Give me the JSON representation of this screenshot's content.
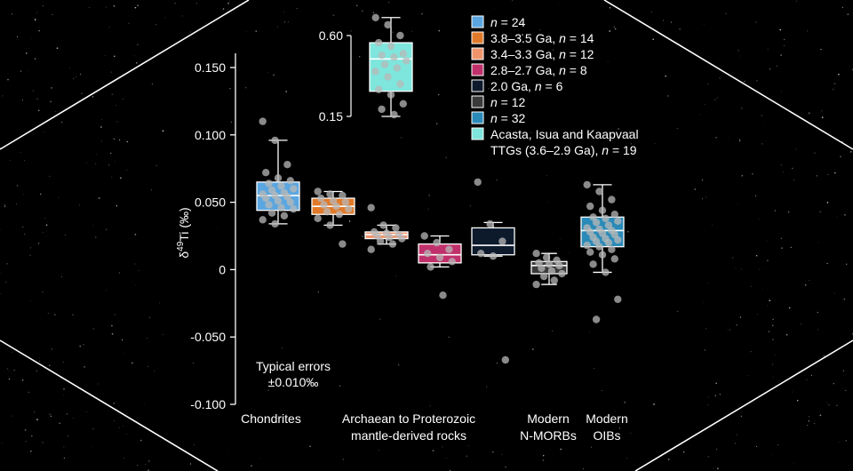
{
  "chart_data": {
    "type": "box",
    "ylabel": "δ49Ti (‰)",
    "ylim": [
      -0.1,
      0.16
    ],
    "yticks": [
      0.15,
      0.1,
      0.05,
      0,
      -0.05,
      -0.1
    ],
    "ytick_labels": [
      "0.150",
      "0.100",
      "0.050",
      "0",
      "-0.050",
      "-0.100"
    ],
    "x_groups": [
      {
        "label_lines": [
          "Chondrites"
        ]
      },
      {
        "label_lines": [
          "Archaean to Proterozoic",
          "mantle-derived rocks"
        ]
      },
      {
        "label_lines": [
          "Modern",
          "N-MORBs"
        ]
      },
      {
        "label_lines": [
          "Modern",
          "OIBs"
        ]
      }
    ],
    "inset": {
      "yticks": [
        0.6,
        0.15
      ],
      "ytick_labels": [
        "0.60",
        "0.15"
      ],
      "note": "inset axis for TTGs"
    },
    "annotation_lines": [
      "Typical errors",
      "±0.010‰"
    ],
    "series": [
      {
        "legend_label": "n = 24",
        "color": "#5aa6e0",
        "edge": "#ffffff",
        "box": {
          "whisker_low": 0.034,
          "q1": 0.044,
          "median": 0.055,
          "q3": 0.065,
          "whisker_high": 0.096
        },
        "points": [
          0.11,
          0.096,
          0.078,
          0.072,
          0.068,
          0.066,
          0.064,
          0.062,
          0.06,
          0.059,
          0.057,
          0.056,
          0.055,
          0.054,
          0.053,
          0.051,
          0.05,
          0.048,
          0.046,
          0.045,
          0.042,
          0.04,
          0.037,
          0.034
        ]
      },
      {
        "legend_label": "3.8–3.5 Ga, n = 14",
        "color": "#e07a2a",
        "edge": "#ffffff",
        "box": {
          "whisker_low": 0.033,
          "q1": 0.041,
          "median": 0.047,
          "q3": 0.053,
          "whisker_high": 0.058
        },
        "points": [
          0.058,
          0.056,
          0.055,
          0.053,
          0.051,
          0.05,
          0.048,
          0.047,
          0.045,
          0.043,
          0.041,
          0.038,
          0.033,
          0.019
        ]
      },
      {
        "legend_label": "3.4–3.3 Ga, n = 12",
        "color": "#f0946c",
        "edge": "#ffffff",
        "box": {
          "whisker_low": 0.019,
          "q1": 0.023,
          "median": 0.026,
          "q3": 0.028,
          "whisker_high": 0.033
        },
        "points": [
          0.046,
          0.033,
          0.031,
          0.028,
          0.027,
          0.026,
          0.025,
          0.024,
          0.023,
          0.021,
          0.019,
          0.015
        ]
      },
      {
        "legend_label": "2.8–2.7 Ga, n = 8",
        "color": "#c0306a",
        "edge": "#ffffff",
        "box": {
          "whisker_low": 0.002,
          "q1": 0.005,
          "median": 0.011,
          "q3": 0.019,
          "whisker_high": 0.025
        },
        "points": [
          0.025,
          0.02,
          0.015,
          0.012,
          0.009,
          0.006,
          0.002,
          -0.019
        ]
      },
      {
        "legend_label": "2.0 Ga, n = 6",
        "color": "#0c1a2c",
        "edge": "#ffffff",
        "box": {
          "whisker_low": 0.01,
          "q1": 0.011,
          "median": 0.018,
          "q3": 0.031,
          "whisker_high": 0.035
        },
        "points": [
          0.065,
          0.034,
          0.021,
          0.012,
          0.01,
          -0.067
        ]
      },
      {
        "legend_label": "n = 12",
        "color": "#3a3a3a",
        "edge": "#ffffff",
        "box": {
          "whisker_low": -0.011,
          "q1": -0.003,
          "median": 0.003,
          "q3": 0.006,
          "whisker_high": 0.012
        },
        "points": [
          0.012,
          0.009,
          0.007,
          0.005,
          0.004,
          0.003,
          0.001,
          -0.001,
          -0.003,
          -0.005,
          -0.008,
          -0.011
        ]
      },
      {
        "legend_label": "n = 32",
        "color": "#2a8ab8",
        "edge": "#ffffff",
        "box": {
          "whisker_low": -0.002,
          "q1": 0.017,
          "median": 0.029,
          "q3": 0.039,
          "whisker_high": 0.063
        },
        "points": [
          0.063,
          0.058,
          0.052,
          0.047,
          0.044,
          0.041,
          0.039,
          0.038,
          0.036,
          0.035,
          0.033,
          0.031,
          0.03,
          0.029,
          0.028,
          0.027,
          0.026,
          0.024,
          0.023,
          0.022,
          0.021,
          0.02,
          0.018,
          0.017,
          0.015,
          0.013,
          0.011,
          0.008,
          0.004,
          -0.002,
          -0.022,
          -0.037
        ]
      },
      {
        "legend_label": "Acasta, Isua and Kaapvaal TTGs (3.6–2.9 Ga), n = 19",
        "color": "#7ee6dc",
        "edge": "#ffffff",
        "inset": true,
        "box": {
          "whisker_low": 0.15,
          "q1": 0.29,
          "median": 0.47,
          "q3": 0.56,
          "whisker_high": 0.7
        },
        "points": [
          0.7,
          0.66,
          0.6,
          0.56,
          0.54,
          0.5,
          0.49,
          0.48,
          0.46,
          0.44,
          0.42,
          0.4,
          0.37,
          0.33,
          0.3,
          0.27,
          0.22,
          0.19,
          0.16
        ]
      }
    ]
  }
}
